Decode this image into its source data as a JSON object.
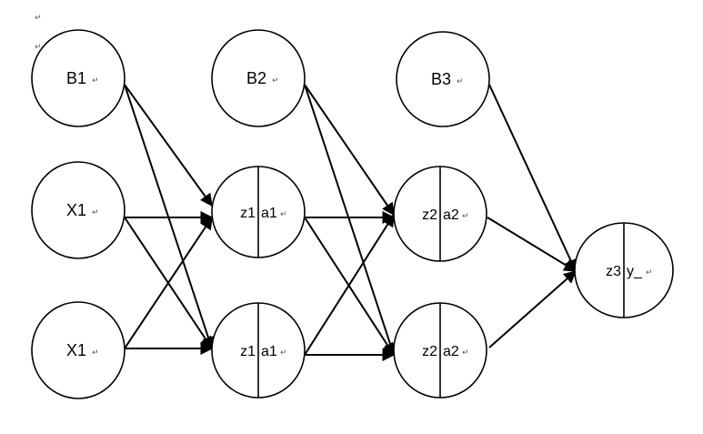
{
  "document": {
    "paragraph_marks": [
      "↵",
      "↵"
    ]
  },
  "diagram": {
    "colors": {
      "stroke": "#000000",
      "background": "#ffffff"
    },
    "nodes": [
      {
        "id": "b1",
        "label": "B1",
        "mark": "↵"
      },
      {
        "id": "x1a",
        "label": "X1",
        "mark": "↵"
      },
      {
        "id": "x1b",
        "label": "X1",
        "mark": "↵"
      },
      {
        "id": "b2",
        "label": "B2",
        "mark": "↵"
      },
      {
        "id": "h1a",
        "left": "z1",
        "right": "a1",
        "mark": "↵"
      },
      {
        "id": "h1b",
        "left": "z1",
        "right": "a1",
        "mark": "↵"
      },
      {
        "id": "b3",
        "label": "B3",
        "mark": "↵"
      },
      {
        "id": "h2a",
        "left": "z2",
        "right": "a2",
        "mark": "↵"
      },
      {
        "id": "h2b",
        "left": "z2",
        "right": "a2",
        "mark": "↵"
      },
      {
        "id": "out",
        "left": "z3",
        "right": "y_",
        "mark": "↵"
      }
    ],
    "edges": [
      {
        "from": "b1",
        "to": "h1a"
      },
      {
        "from": "b1",
        "to": "h1b"
      },
      {
        "from": "x1a",
        "to": "h1a"
      },
      {
        "from": "x1a",
        "to": "h1b"
      },
      {
        "from": "x1b",
        "to": "h1a"
      },
      {
        "from": "x1b",
        "to": "h1b"
      },
      {
        "from": "b2",
        "to": "h2a"
      },
      {
        "from": "b2",
        "to": "h2b"
      },
      {
        "from": "h1a",
        "to": "h2a"
      },
      {
        "from": "h1a",
        "to": "h2b"
      },
      {
        "from": "h1b",
        "to": "h2a"
      },
      {
        "from": "h1b",
        "to": "h2b"
      },
      {
        "from": "b3",
        "to": "out"
      },
      {
        "from": "h2a",
        "to": "out"
      },
      {
        "from": "h2b",
        "to": "out"
      }
    ]
  }
}
